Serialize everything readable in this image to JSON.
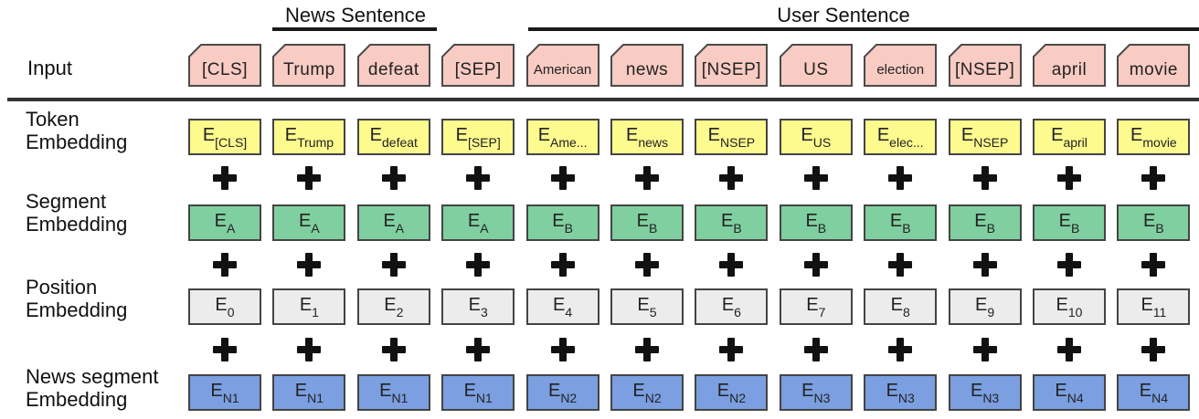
{
  "headers": {
    "news_sentence": "News Sentence",
    "user_sentence": "User Sentence"
  },
  "row_labels": {
    "input": "Input",
    "token": [
      "Token",
      "Embedding"
    ],
    "segment": [
      "Segment",
      "Embedding"
    ],
    "position": [
      "Position",
      "Embedding"
    ],
    "news_segment": [
      "News segment",
      "Embedding"
    ]
  },
  "tokens": [
    "[CLS]",
    "Trump",
    "defeat",
    "[SEP]",
    "American",
    "news",
    "[NSEP]",
    "US",
    "election",
    "[NSEP]",
    "april",
    "movie"
  ],
  "token_embeddings": [
    "[CLS]",
    "Trump",
    "defeat",
    "[SEP]",
    "Ame...",
    "news",
    "NSEP",
    "US",
    "elec...",
    "NSEP",
    "april",
    "movie"
  ],
  "segment_embeddings": [
    "A",
    "A",
    "A",
    "A",
    "B",
    "B",
    "B",
    "B",
    "B",
    "B",
    "B",
    "B"
  ],
  "position_embeddings": [
    "0",
    "1",
    "2",
    "3",
    "4",
    "5",
    "6",
    "7",
    "8",
    "9",
    "10",
    "11"
  ],
  "news_segment_embeddings": [
    "N1",
    "N1",
    "N1",
    "N1",
    "N2",
    "N2",
    "N2",
    "N3",
    "N3",
    "N3",
    "N4",
    "N4"
  ],
  "embedding_symbol": "E",
  "colors": {
    "input_token": "#f8cbc3",
    "token_embedding": "#fdfa8e",
    "segment_embedding": "#80cfa0",
    "position_embedding": "#ececec",
    "news_segment_embedding": "#7b9fe0"
  }
}
